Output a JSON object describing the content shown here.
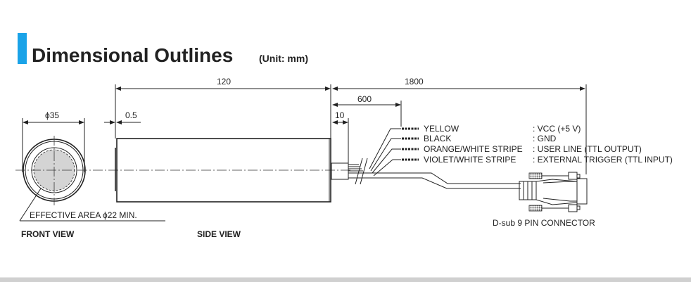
{
  "header": {
    "title": "Dimensional Outlines",
    "unit": "(Unit: mm)",
    "accent_color": "#1aa3e8"
  },
  "dimensions": {
    "diameter": "ϕ35",
    "thickness": "0.5",
    "length": "120",
    "cable_length": "1800",
    "lead_length": "600",
    "stub": "10"
  },
  "annotations": {
    "effective_area": "EFFECTIVE AREA  ϕ22 MIN.",
    "front_view": "FRONT VIEW",
    "side_view": "SIDE VIEW",
    "connector": "D-sub 9 PIN CONNECTOR"
  },
  "wires": [
    {
      "color": "YELLOW",
      "function": ": VCC (+5 V)"
    },
    {
      "color": "BLACK",
      "function": ": GND"
    },
    {
      "color": "ORANGE/WHITE STRIPE",
      "function": ": USER LINE (TTL OUTPUT)"
    },
    {
      "color": "VIOLET/WHITE STRIPE",
      "function": ": EXTERNAL TRIGGER (TTL INPUT)"
    }
  ]
}
